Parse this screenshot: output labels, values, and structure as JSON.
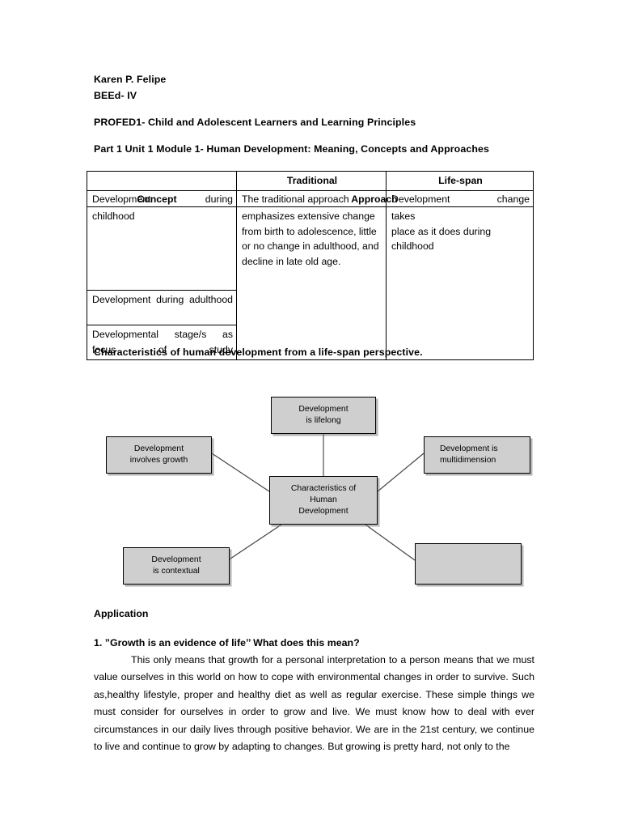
{
  "document": {
    "header_lines": [
      "Karen P. Felipe",
      "BEEd- IV",
      "PROFED1- Child and Adolescent Learners and Learning Principles",
      "Part 1 Unit 1 Module 1- Human Development: Meaning, Concepts and Approaches"
    ]
  },
  "table": {
    "header": {
      "col1": "",
      "col2": "Traditional",
      "col3": "Life-span"
    },
    "overlap_row": {
      "col1_base": "Development during",
      "col1_overlay": "Concept",
      "col2_base": "The traditional approach",
      "col2_overlay": "Approach",
      "col3_base": "Development change"
    },
    "rows": [
      {
        "col1": "childhood",
        "col2": "emphasizes extensive change from birth to adolescence, little or no change in adulthood, and decline in late old age.",
        "col3": "takes\nplace as it does during childhood"
      },
      {
        "col1": "Development during adulthood",
        "col2": "",
        "col3": ""
      },
      {
        "col1": "Developmental stage/s as focus of study",
        "col2": "",
        "col3": ""
      }
    ]
  },
  "diagram": {
    "caption": "Characteristics of human development from a life-span perspective.",
    "center": "Characteristics of\nHuman\nDevelopment",
    "nodes": [
      {
        "id": "lifelong",
        "text": "Development\nis lifelong"
      },
      {
        "id": "involves-growth",
        "text": "Development\ninvolves growth"
      },
      {
        "id": "multidimension",
        "text": "Development is\nmultidimension"
      },
      {
        "id": "contextual",
        "text": "Development\nis contextual"
      },
      {
        "id": "empty",
        "text": ""
      }
    ],
    "box_fill": "#cfcfcf",
    "box_border": "#000000"
  },
  "application": {
    "title": "Application",
    "question": "1. ”Growth  is an evidence of life’’ What does this mean?",
    "answer": "This only means that growth for a personal interpretation to a person means that we must value ourselves in this world on how to cope with environmental changes in order to survive. Such as,healthy lifestyle, proper and healthy diet as well as regular exercise. These simple things we must consider for ourselves in order to grow and live. We must know how to deal with ever circumstances in our daily lives through positive behavior. We are in the 21st century, we continue to live and continue to grow by adapting to changes. But growing is pretty hard, not only to the"
  }
}
